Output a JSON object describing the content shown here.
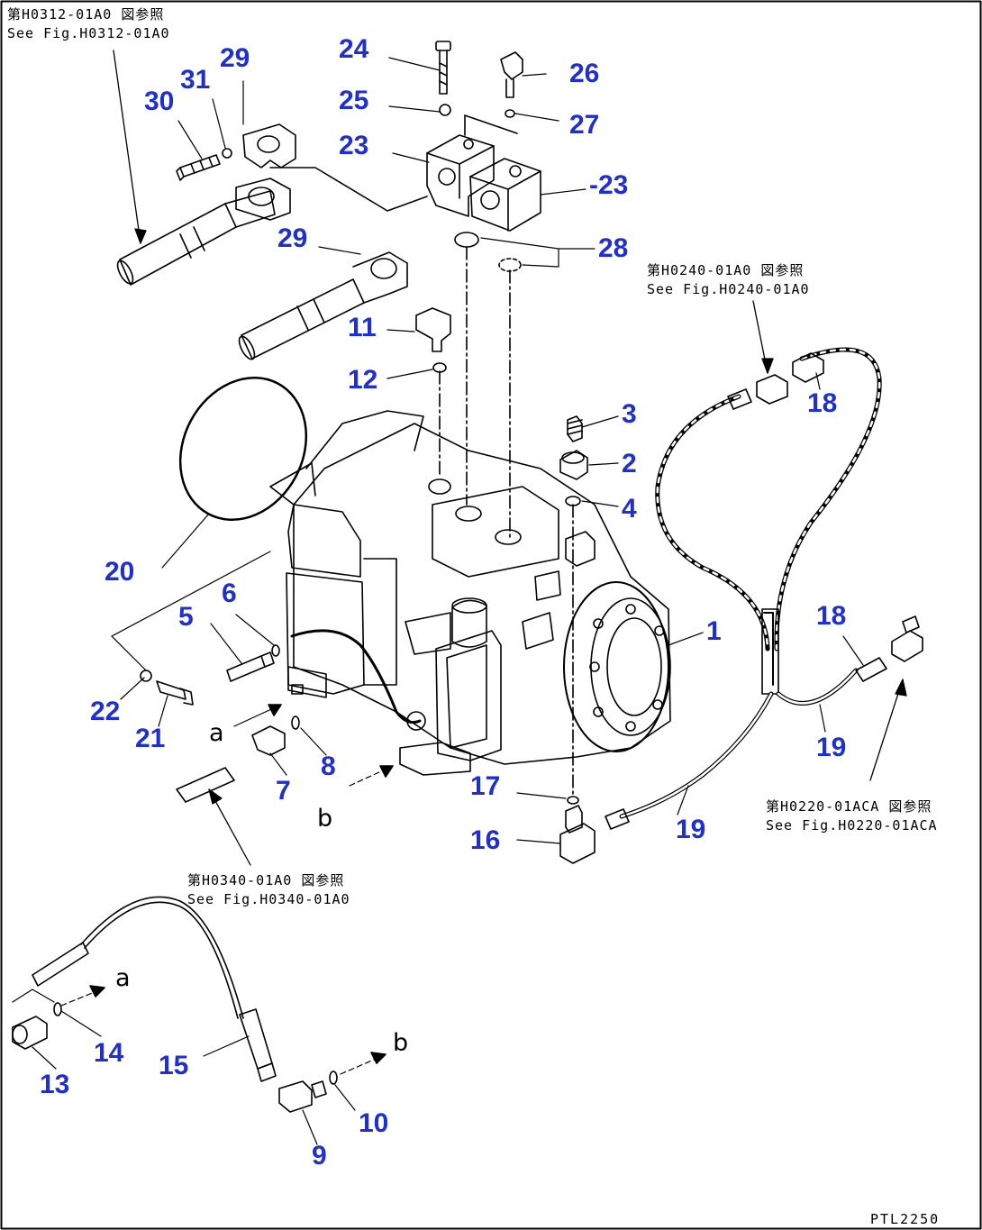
{
  "callouts": {
    "c1": "1",
    "c2": "2",
    "c3": "3",
    "c4": "4",
    "c5": "5",
    "c6": "6",
    "c7": "7",
    "c8": "8",
    "c9": "9",
    "c10": "10",
    "c11": "11",
    "c12": "12",
    "c13": "13",
    "c14": "14",
    "c15": "15",
    "c16": "16",
    "c17": "17",
    "c18a": "18",
    "c18b": "18",
    "c19a": "19",
    "c19b": "19",
    "c20": "20",
    "c21": "21",
    "c22": "22",
    "c23a": "23",
    "c23b": "-23",
    "c24": "24",
    "c25": "25",
    "c26": "26",
    "c27": "27",
    "c28": "28",
    "c29a": "29",
    "c29b": "29",
    "c30": "30",
    "c31": "31"
  },
  "letters": {
    "a_main": "a",
    "b_main": "b",
    "a_detail": "a",
    "b_detail": "b"
  },
  "references": {
    "h0312": {
      "jp": "第H0312-01A0 図参照",
      "en": "See Fig.H0312-01A0"
    },
    "h0240": {
      "jp": "第H0240-01A0 図参照",
      "en": "See Fig.H0240-01A0"
    },
    "h0220": {
      "jp": "第H0220-01ACA 図参照",
      "en": "See Fig.H0220-01ACA"
    },
    "h0340": {
      "jp": "第H0340-01A0 図参照",
      "en": "See Fig.H0340-01A0"
    }
  },
  "drawing_code": "PTL2250",
  "colors": {
    "callout": "#1f2fd0",
    "line": "#000000",
    "background": "#ffffff"
  }
}
